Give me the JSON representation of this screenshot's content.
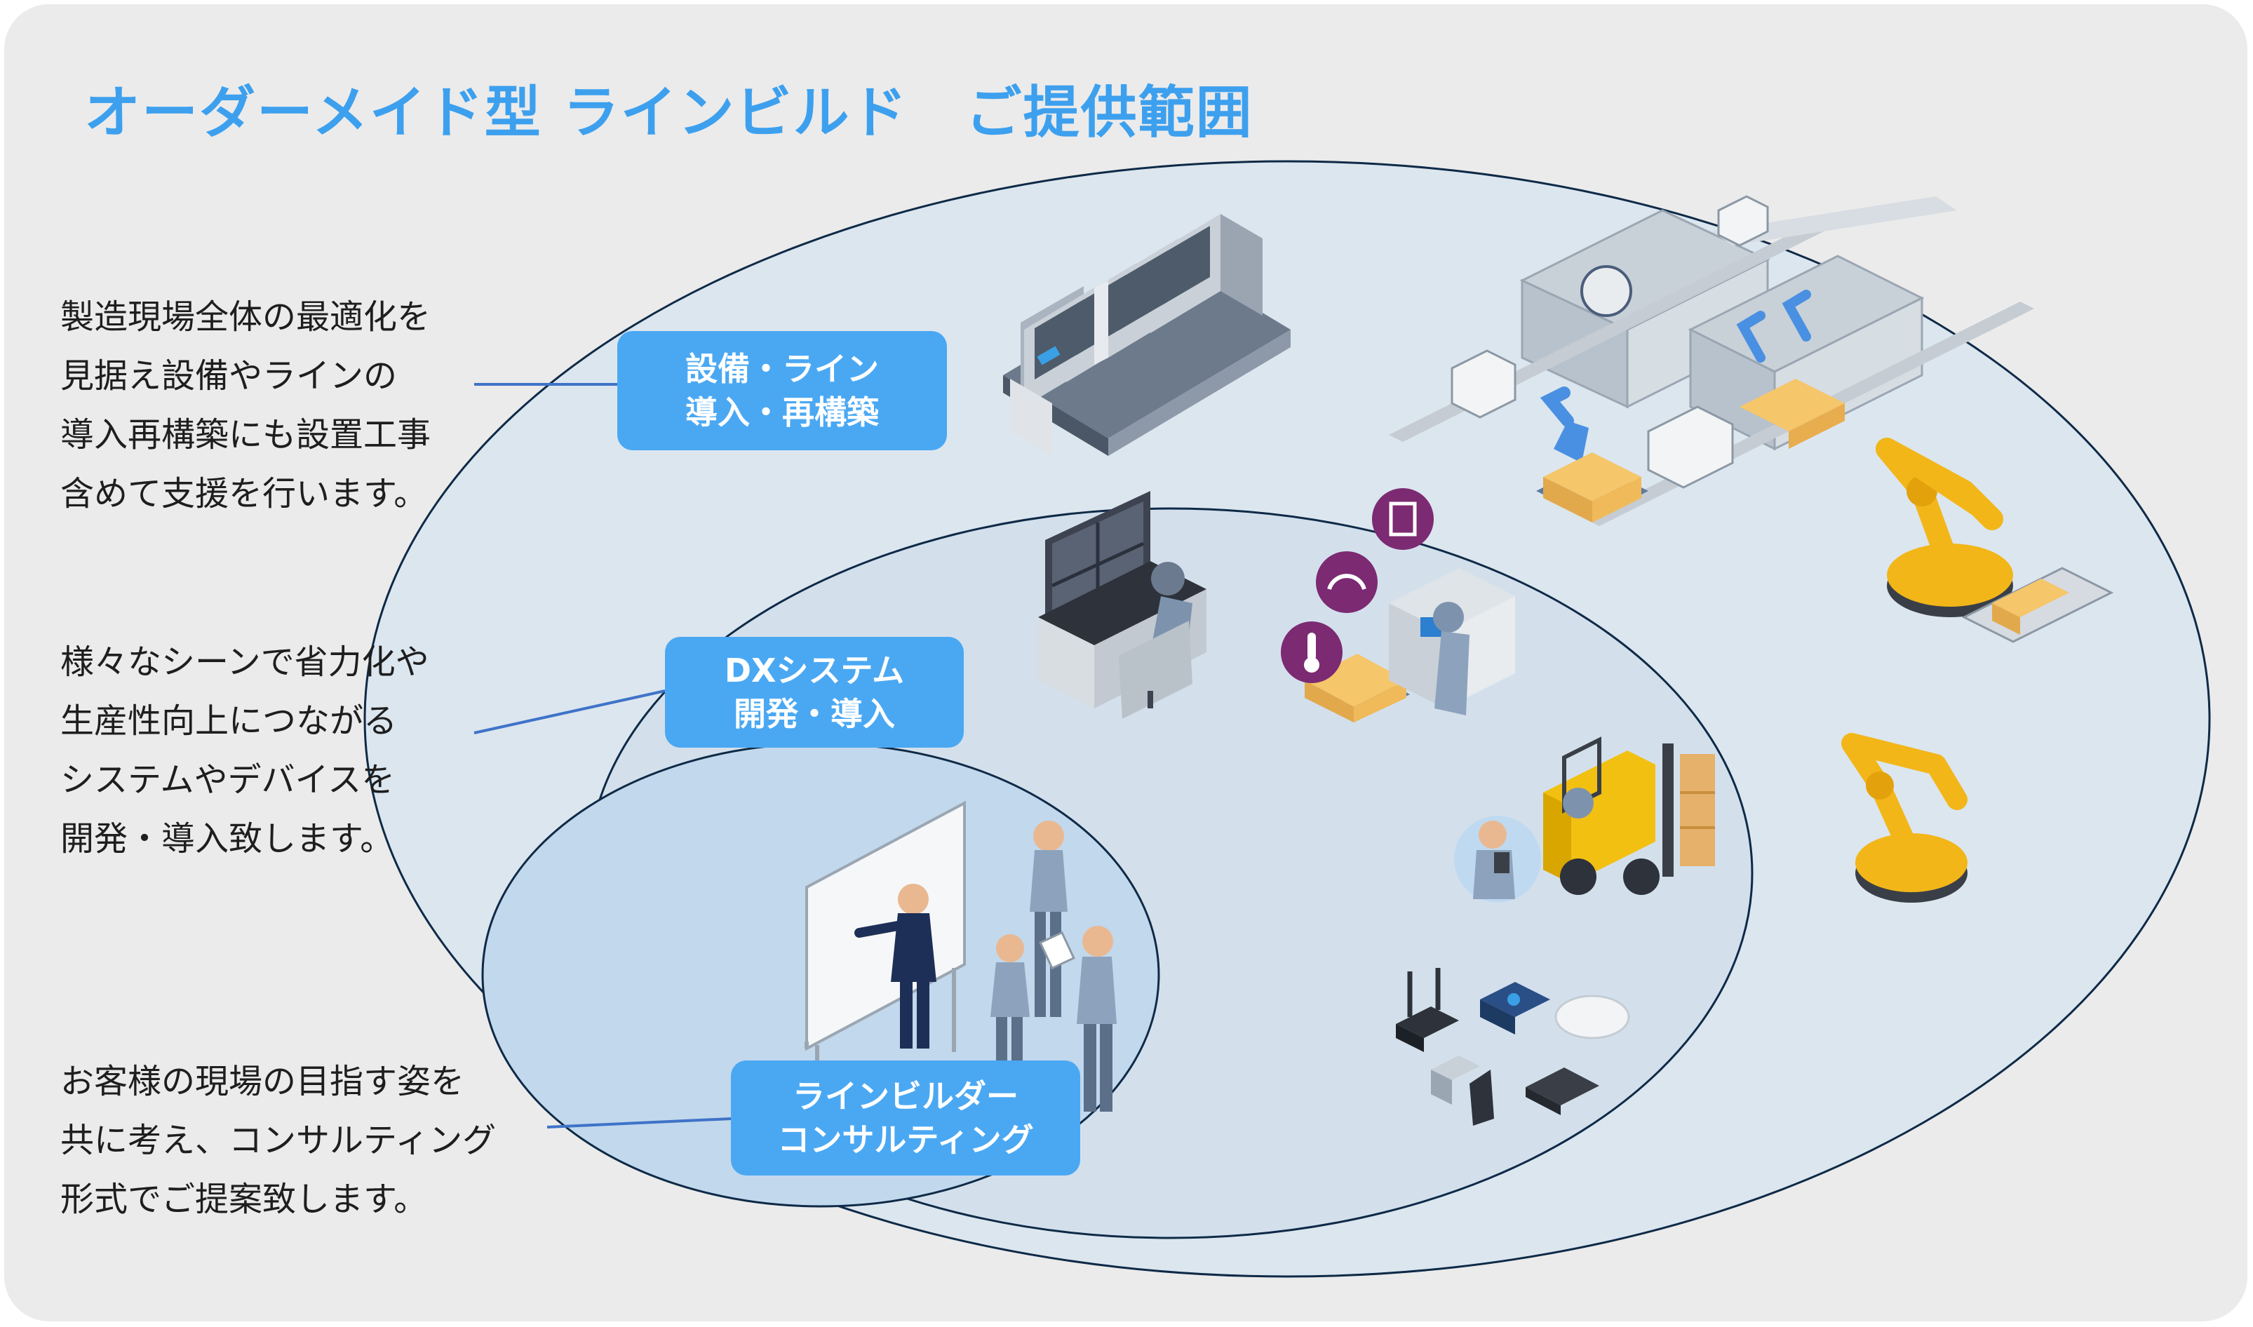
{
  "title": "オーダーメイド型 ラインビルド　ご提供範囲",
  "descriptions": {
    "equipment": [
      "製造現場全体の最適化を",
      "見据え設備やラインの",
      "導入再構築にも設置工事",
      "含めて支援を行います。"
    ],
    "dx": [
      "様々なシーンで省力化や",
      "生産性向上につながる",
      "システムやデバイスを",
      "開発・導入致します。"
    ],
    "consulting": [
      "お客様の現場の目指す姿を",
      "共に考え、コンサルティング",
      "形式でご提案致します。"
    ]
  },
  "badges": {
    "equipment": [
      "設備・ライン",
      "導入・再構築"
    ],
    "dx": [
      "DXシステム",
      "開発・導入"
    ],
    "consulting": [
      "ラインビルダー",
      "コンサルティング"
    ]
  },
  "colors": {
    "title": "#3da0ee",
    "badge": "#4aa8f3",
    "connector": "#3f73c8",
    "ellipse_outline": "#0e2a47",
    "outer_fill": "#dce6ef",
    "middle_fill": "#d3e0ec",
    "inner_fill": "#c2d8ec",
    "robot_yellow": "#f2b619",
    "robot_blue": "#4a90e2",
    "icon_purple": "#7c2a72"
  },
  "illustrations": [
    "printing-machine-icon",
    "factory-production-line-icon",
    "industrial-robot-arm-icon",
    "control-room-operator-icon",
    "iot-sensor-machine-icon",
    "forklift-icon",
    "tablet-worker-icon",
    "iot-devices-icon",
    "consulting-meeting-icon"
  ]
}
